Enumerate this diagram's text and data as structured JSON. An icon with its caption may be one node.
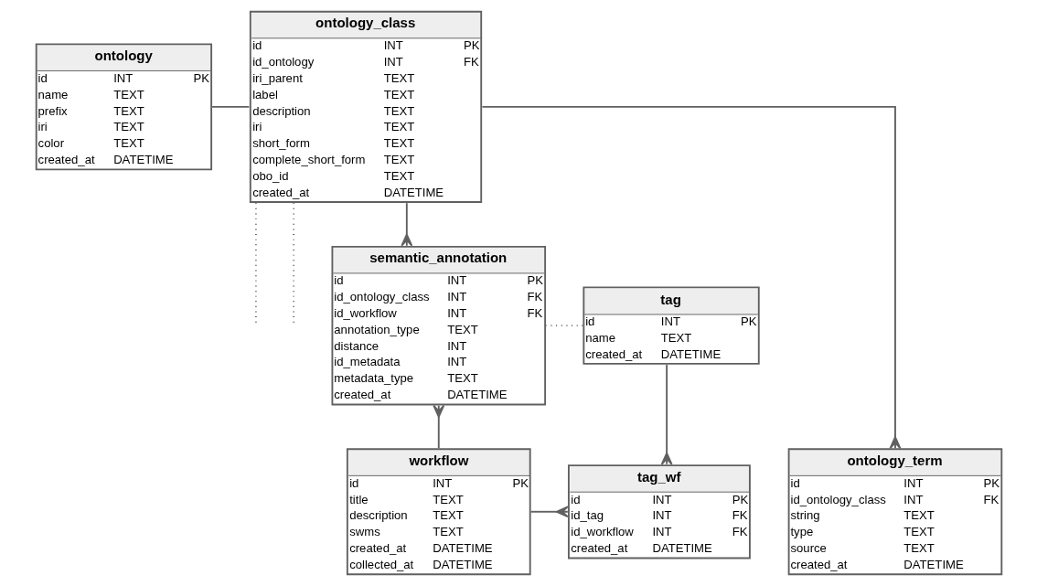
{
  "diagram": {
    "nodes": [
      {
        "text": [
          "ontology",
          "id INT PK",
          "name TEXT",
          "prefix TEXT",
          "iri TEXT",
          "color TEXT",
          "created_at DATETIME"
        ]
      },
      {
        "text": [
          "ontology_class",
          "id INT PK",
          "id_ontology INT FK",
          "iri_parent TEXT",
          "label TEXT",
          "description TEXT",
          "iri TEXT",
          "short_form TEXT",
          "complete_short_form TEXT",
          "obo_id TEXT",
          "created_at DATETIME"
        ]
      },
      {
        "text": [
          "semantic_annotation",
          "id INT PK",
          "id_ontology_class INT FK",
          "id_workflow INT FK",
          "annotation_type TEXT",
          "distance INT",
          "id_metadata INT",
          "metadata_type TEXT",
          "created_at DATETIME"
        ]
      },
      {
        "text": [
          "tag",
          "id INT PK",
          "name TEXT",
          "created_at DATETIME"
        ]
      },
      {
        "text": [
          "tag_wf",
          "id INT PK",
          "id_tag INT FK",
          "id_workflow INT FK",
          "created_at DATETIME"
        ]
      },
      {
        "text": [
          "workflow",
          "id INT PK",
          "title TEXT",
          "description TEXT",
          "swms TEXT",
          "created_at DATETIME",
          "collected_at DATETIME"
        ]
      },
      {
        "text": [
          "ontology_term",
          "id INT PK",
          "id_ontology_class INT FK",
          "string TEXT",
          "type TEXT",
          "source TEXT",
          "created_at DATETIME"
        ]
      }
    ],
    "edges": [
      {
        "from": 0,
        "to": 1,
        "arrow": "none"
      },
      {
        "from": 1,
        "to": 2,
        "arrow": "other"
      },
      {
        "from": 1,
        "to": 6,
        "arrow": "other"
      },
      {
        "from": 3,
        "to": 2,
        "arrow": "none",
        "style": "dashed"
      },
      {
        "from": 3,
        "to": 4,
        "arrow": "other"
      },
      {
        "from": 5,
        "to": 4,
        "arrow": "other"
      },
      {
        "from": 5,
        "to": 2,
        "arrow": "other"
      },
      {
        "from": 1,
        "to": null,
        "arrow": "none",
        "style": "dashed"
      },
      {
        "from": 1,
        "to": null,
        "arrow": "none",
        "style": "dashed"
      }
    ]
  }
}
